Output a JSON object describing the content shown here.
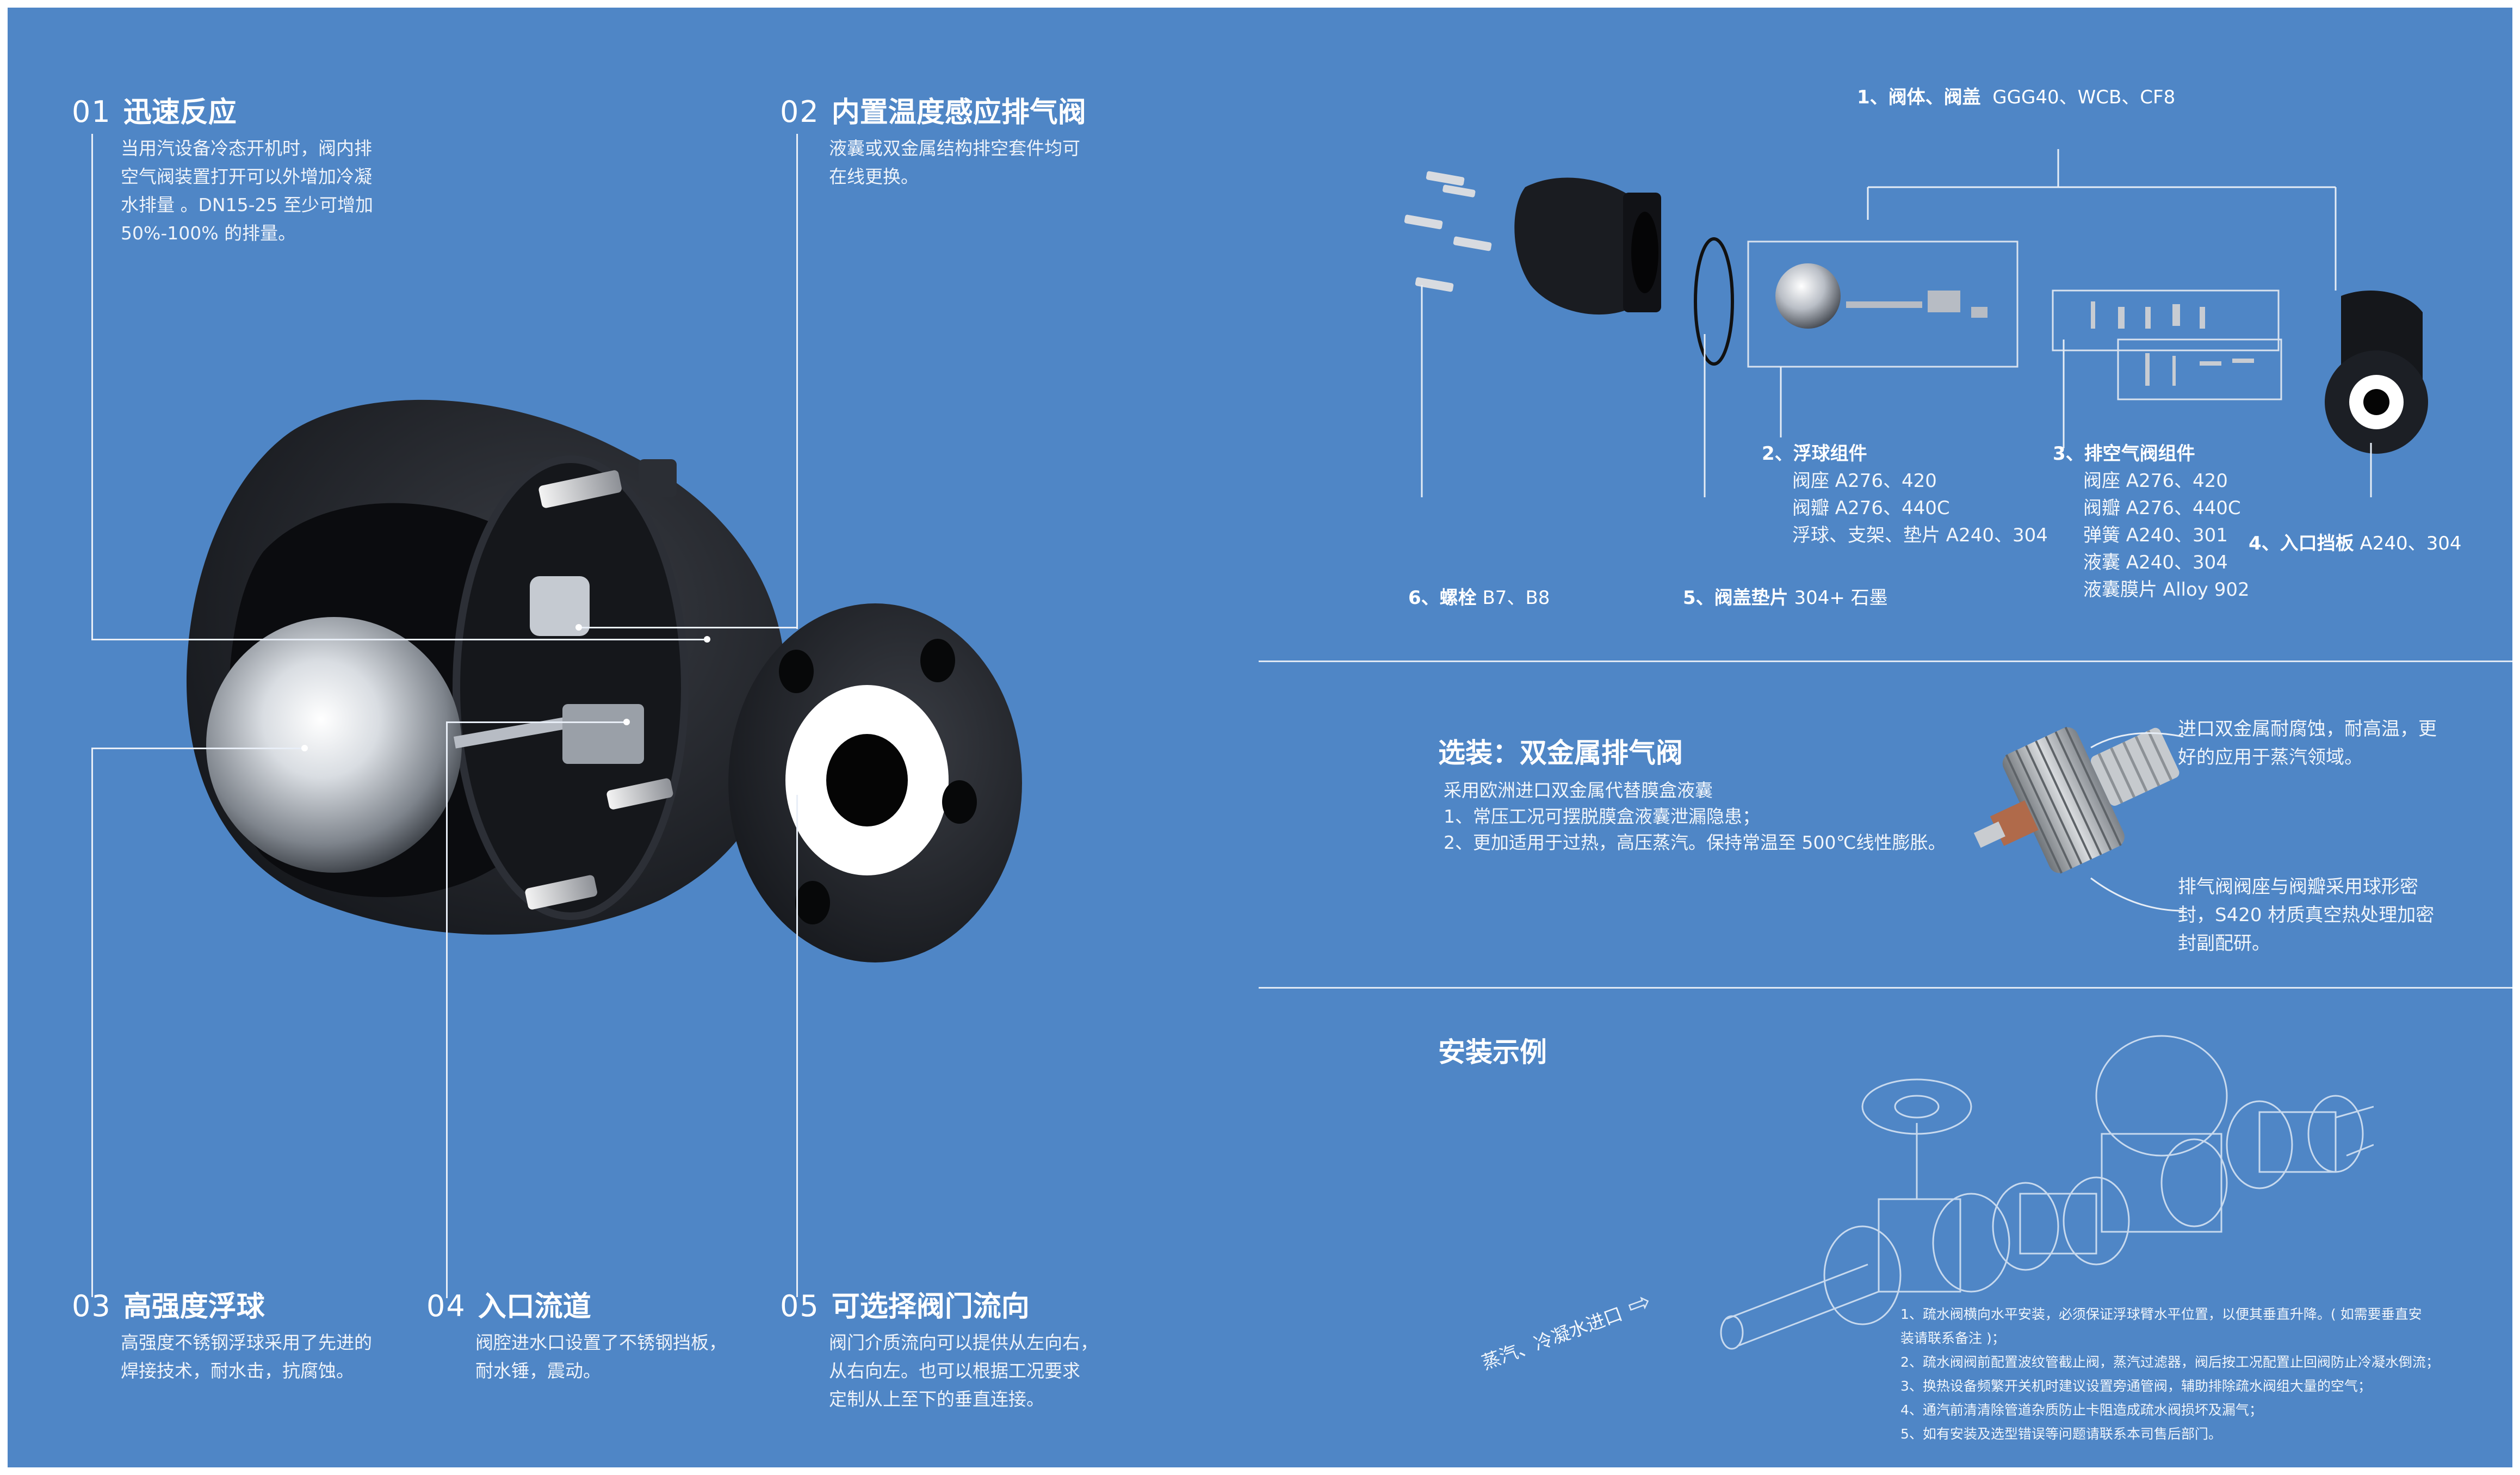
{
  "features": [
    {
      "num": "01",
      "title": "迅速反应",
      "desc": "当用汽设备冷态开机时，阀内排\n空气阀装置打开可以外增加冷凝\n水排量 。DN15-25 至少可增加\n50%-100% 的排量。"
    },
    {
      "num": "02",
      "title": "内置温度感应排气阀",
      "desc": "液囊或双金属结构排空套件均可\n在线更换。"
    },
    {
      "num": "03",
      "title": "高强度浮球",
      "desc": "高强度不锈钢浮球采用了先进的\n焊接技术，耐水击，抗腐蚀。"
    },
    {
      "num": "04",
      "title": "入口流道",
      "desc": "阀腔进水口设置了不锈钢挡板，\n耐水锤，震动。"
    },
    {
      "num": "05",
      "title": "可选择阀门流向",
      "desc": "阀门介质流向可以提供从左向右，\n从右向左。也可以根据工况要求\n定制从上至下的垂直连接。"
    }
  ],
  "parts": {
    "p1": {
      "label": "1、阀体、阀盖",
      "value": "GGG40、WCB、CF8"
    },
    "p2": {
      "label": "2、浮球组件",
      "lines": [
        "阀座  A276、420",
        "阀瓣 A276、440C",
        "浮球、支架、垫片 A240、304"
      ]
    },
    "p3": {
      "label": "3、排空气阀组件",
      "lines": [
        "阀座  A276、420",
        "阀瓣 A276、440C",
        "弹簧 A240、301",
        "液囊 A240、304",
        "液囊膜片 Alloy 902"
      ]
    },
    "p4": {
      "label": "4、入口挡板",
      "value": "A240、304"
    },
    "p5": {
      "label": "5、阀盖垫片",
      "value": "304+ 石墨"
    },
    "p6": {
      "label": "6、螺栓",
      "value": "B7、B8"
    }
  },
  "optional": {
    "title": "选装：双金属排气阀",
    "lines": [
      "采用欧洲进口双金属代替膜盒液囊",
      "1、常压工况可摆脱膜盒液囊泄漏隐患；",
      "2、更加适用于过热，高压蒸汽。保持常温至 500℃线性膨胀。"
    ],
    "callout_top": "进口双金属耐腐蚀，耐高温，更\n好的应用于蒸汽领域。",
    "callout_bottom": "排气阀阀座与阀瓣采用球形密\n封，S420 材质真空热处理加密\n封副配研。"
  },
  "install": {
    "title": "安装示例",
    "inlet_label": "蒸汽、冷凝水进口",
    "notes": [
      "1、疏水阀横向水平安装，必须保证浮球臂水平位置，以便其垂直升降。( 如需要垂直安",
      "装请联系备注 )；",
      "2、疏水阀阀前配置波纹管截止阀，蒸汽过滤器，阀后按工况配置止回阀防止冷凝水倒流；",
      "3、换热设备频繁开关机时建议设置旁通管阀，辅助排除疏水阀组大量的空气；",
      "4、通汽前清清除管道杂质防止卡阻造成疏水阀损坏及漏气；",
      "5、如有安装及选型错误等问题请联系本司售后部门。"
    ]
  },
  "colors": {
    "background": "#4f86c6",
    "text": "#ffffff",
    "valve_body": "#1b1d22"
  }
}
